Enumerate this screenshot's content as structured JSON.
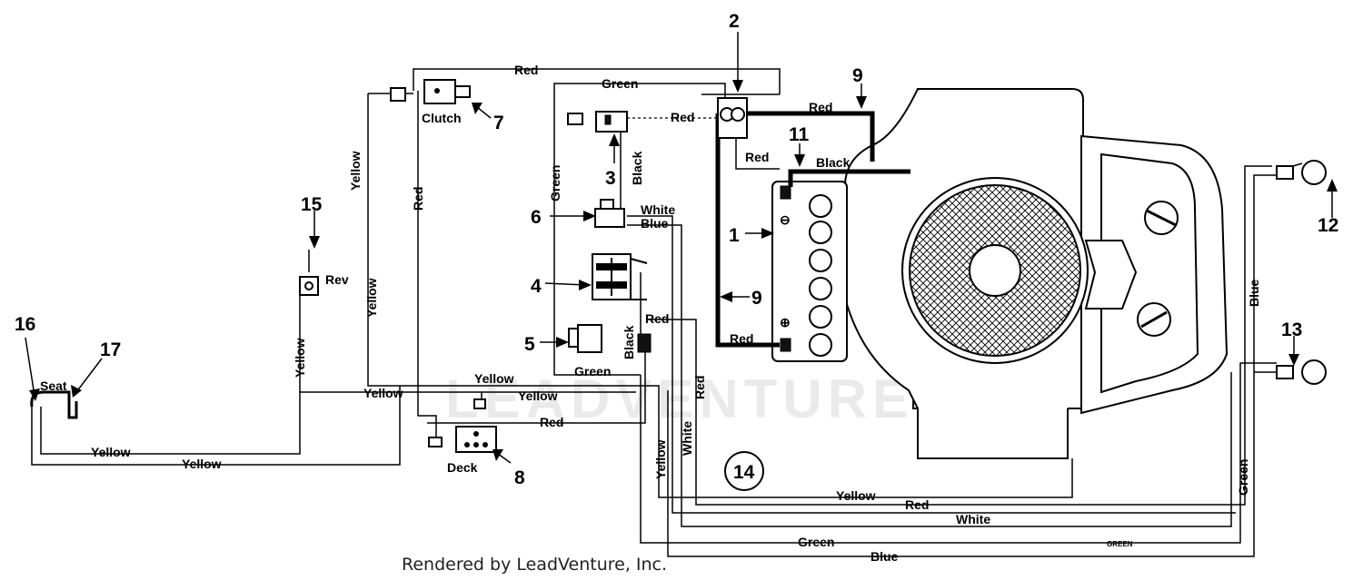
{
  "labels": {
    "red": "Red",
    "green": "Green",
    "black": "Black",
    "yellow": "Yellow",
    "white": "White",
    "blue": "Blue",
    "green_caps": "GREEN",
    "clutch": "Clutch",
    "rev": "Rev",
    "seat": "Seat",
    "deck": "Deck"
  },
  "callouts": [
    "1",
    "2",
    "3",
    "4",
    "5",
    "6",
    "7",
    "8",
    "9",
    "11",
    "12",
    "13",
    "14",
    "15",
    "16",
    "17"
  ],
  "watermark": "LEADVENTURE",
  "credit": "Rendered by LeadVenture, Inc."
}
